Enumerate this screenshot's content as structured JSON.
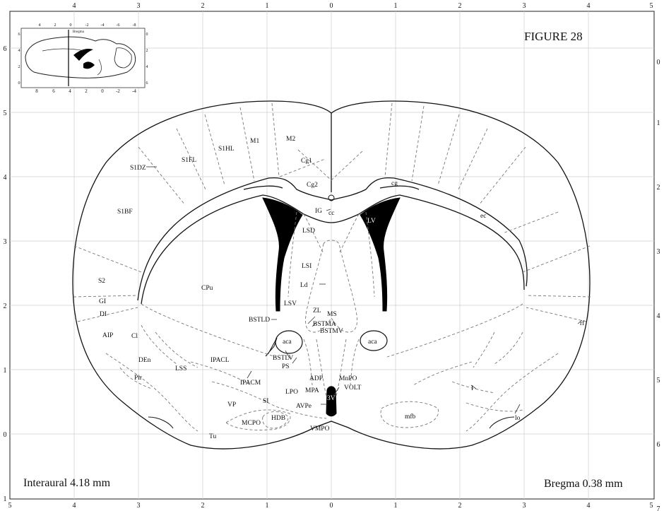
{
  "figure_title": "FIGURE 28",
  "interaural_label": "Interaural 4.18 mm",
  "bregma_label": "Bregma 0.38 mm",
  "inset": {
    "title": "Bregma",
    "x_ticks": [
      "8",
      "6",
      "4",
      "2",
      "0",
      "-2",
      "-4"
    ],
    "top_ticks": [
      "4",
      "2",
      "0",
      "-2",
      "-4",
      "-6",
      "-8"
    ],
    "y_ticks": [
      "6",
      "4",
      "2",
      "0"
    ],
    "right_ticks": [
      "0",
      "2",
      "4",
      "6"
    ]
  },
  "axes": {
    "top_ticks": [
      "4",
      "3",
      "2",
      "1",
      "0",
      "1",
      "2",
      "3",
      "4",
      "5"
    ],
    "bottom_ticks": [
      "5",
      "4",
      "3",
      "2",
      "1",
      "0",
      "1",
      "2",
      "3",
      "4",
      "5"
    ],
    "left_ticks": [
      "6",
      "5",
      "4",
      "3",
      "2",
      "1",
      "0",
      "1"
    ],
    "right_ticks": [
      "0",
      "1",
      "2",
      "3",
      "4",
      "5",
      "6",
      "7"
    ]
  },
  "regions": [
    "M1",
    "M2",
    "S1HL",
    "S1FL",
    "S1DZ",
    "Cg1",
    "Cg2",
    "cg",
    "S1BF",
    "IG",
    "cc",
    "LSD",
    "LV",
    "ec",
    "LSI",
    "S2",
    "CPu",
    "Ld",
    "GI",
    "DI",
    "LSV",
    "ZL",
    "MS",
    "BSTLD",
    "BSTMA",
    "BSTMV",
    "rf",
    "AIP",
    "Cl",
    "aca",
    "aca",
    "DEn",
    "BSTLV",
    "IPACL",
    "PS",
    "LSS",
    "Pir",
    "ADP",
    "MnPO",
    "IPACM",
    "VOLT",
    "MPA",
    "LPO",
    "VP",
    "SI",
    "AVPe",
    "3V",
    "HDB",
    "MCPO",
    "mfb",
    "lo",
    "VMPO",
    "Tu",
    "I"
  ]
}
